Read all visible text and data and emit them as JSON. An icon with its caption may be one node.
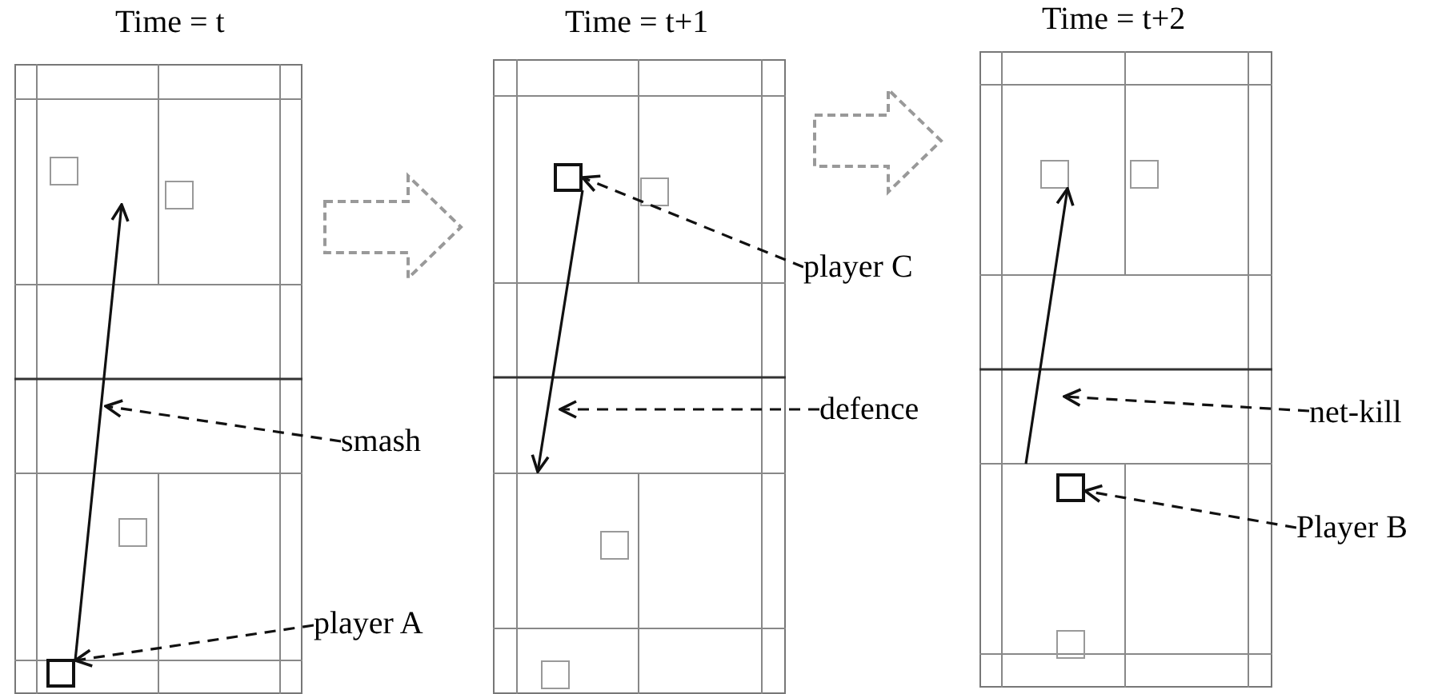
{
  "diagram": {
    "nodes": [
      {
        "text": [
          "Time = t"
        ]
      },
      {
        "text": [],
        "shape": "box",
        "in": 0
      },
      {
        "text": [],
        "shape": "box",
        "in": 0
      },
      {
        "text": [],
        "shape": "box",
        "in": 0
      },
      {
        "text": [],
        "shape": "box",
        "in": 0
      },
      {
        "text": [
          "smash"
        ]
      },
      {
        "text": [
          "player A"
        ]
      },
      {
        "text": [
          "Time = t+1"
        ]
      },
      {
        "text": [],
        "shape": "box",
        "in": 7
      },
      {
        "text": [],
        "shape": "box",
        "in": 7
      },
      {
        "text": [],
        "shape": "box",
        "in": 7
      },
      {
        "text": [],
        "shape": "box",
        "in": 7
      },
      {
        "text": [
          "player C"
        ]
      },
      {
        "text": [
          "defence"
        ]
      },
      {
        "text": [
          "Time = t+2"
        ]
      },
      {
        "text": [],
        "shape": "box",
        "in": 14
      },
      {
        "text": [],
        "shape": "box",
        "in": 14
      },
      {
        "text": [],
        "shape": "box",
        "in": 14
      },
      {
        "text": [],
        "shape": "box",
        "in": 14
      },
      {
        "text": [
          "net-kill"
        ]
      },
      {
        "text": [
          "Player B"
        ]
      }
    ],
    "edges": [
      {
        "from": 4,
        "to": null,
        "arrow": "to"
      },
      {
        "from": 8,
        "to": null,
        "arrow": "to"
      },
      {
        "from": null,
        "to": 15,
        "arrow": "to"
      },
      {
        "from": 5,
        "to": null,
        "arrow": "to",
        "style": "dashed"
      },
      {
        "from": 6,
        "to": 4,
        "arrow": "to",
        "style": "dashed"
      },
      {
        "from": 12,
        "to": 8,
        "arrow": "to",
        "style": "dashed"
      },
      {
        "from": 13,
        "to": null,
        "arrow": "to",
        "style": "dashed"
      },
      {
        "from": 19,
        "to": null,
        "arrow": "to",
        "style": "dashed"
      },
      {
        "from": 20,
        "to": 17,
        "arrow": "to",
        "style": "dashed"
      },
      {
        "from": 0,
        "to": 7,
        "arrow": "to",
        "style": "dashed",
        "color": "#999999"
      },
      {
        "from": 7,
        "to": 14,
        "arrow": "to",
        "style": "dashed",
        "color": "#999999"
      }
    ]
  }
}
